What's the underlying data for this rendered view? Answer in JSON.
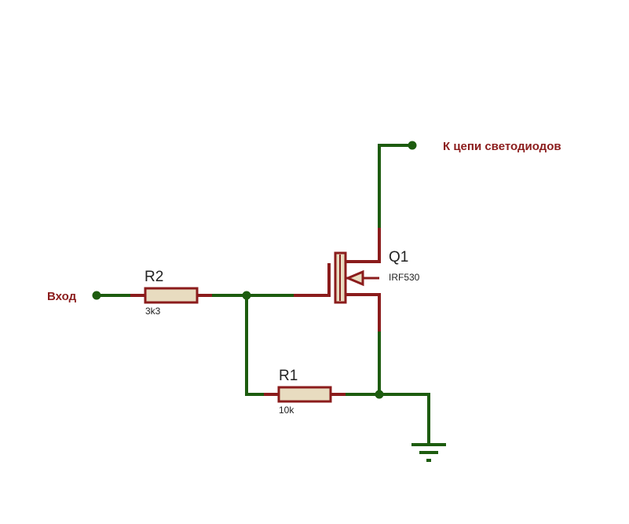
{
  "colors": {
    "wire": "#1d5c0f",
    "component": "#8b1c1c",
    "body_fill": "#e8dcc0",
    "text": "#222222",
    "net_label": "#8b1c1c"
  },
  "labels": {
    "input": "Вход",
    "output": "К цепи светодиодов"
  },
  "components": {
    "r2": {
      "ref": "R2",
      "value": "3k3"
    },
    "r1": {
      "ref": "R1",
      "value": "10k"
    },
    "q1": {
      "ref": "Q1",
      "value": "IRF530"
    }
  },
  "symbols": {
    "ground": "ground-icon",
    "junction": "junction-dot"
  }
}
